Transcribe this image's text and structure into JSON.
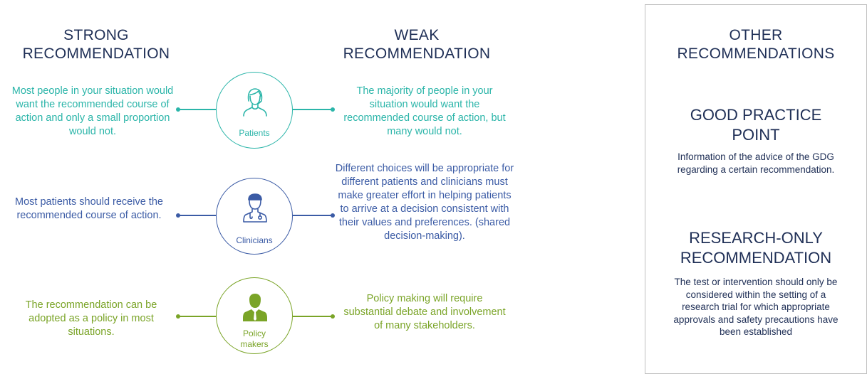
{
  "columns": {
    "strong": [
      "STRONG",
      "RECOMMENDATION"
    ],
    "weak": [
      "WEAK",
      "RECOMMENDATION"
    ]
  },
  "rows": [
    {
      "role": "Patients",
      "icon": "patient-icon",
      "color": "#2bb5a9",
      "strong": "Most people in your situation would want the recommended course of action and only a small proportion would not.",
      "weak": "The majority of people in your situation would want the recommended course of action, but many would not."
    },
    {
      "role": "Clinicians",
      "icon": "clinician-icon",
      "color": "#3b5ba5",
      "strong": "Most patients should receive the recommended course of action.",
      "weak": "Different choices will be appropriate for different patients and clinicians must make greater effort in helping patients to arrive at a decision consistent with their values and preferences. (shared decision-making)."
    },
    {
      "role_lines": [
        "Policy",
        "makers"
      ],
      "icon": "policy-maker-icon",
      "color": "#7aa427",
      "strong": "The recommendation can be adopted as a policy in most situations.",
      "weak": "Policy making will require substantial debate and involvement of many stakeholders."
    }
  ],
  "other": {
    "title": [
      "OTHER",
      "RECOMMENDATIONS"
    ],
    "items": [
      {
        "title": [
          "GOOD PRACTICE",
          "POINT"
        ],
        "text": "Information of the advice of the GDG regarding a certain recommendation."
      },
      {
        "title": [
          "RESEARCH-ONLY",
          "RECOMMENDATION"
        ],
        "text": "The test or intervention should only be considered within the setting of a research trial for which appropriate approvals and safety precautions have been established"
      }
    ]
  }
}
